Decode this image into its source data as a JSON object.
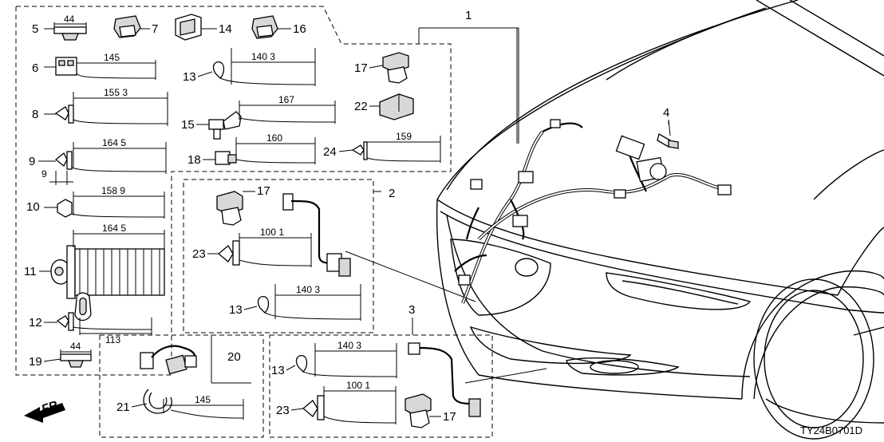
{
  "diagram_code": "TY24B0701D",
  "direction_label": "FR.",
  "callouts": {
    "c1": "1",
    "c2": "2",
    "c3": "3",
    "c4": "4",
    "c5": "5",
    "c6": "6",
    "c7": "7",
    "c8": "8",
    "c9": "9",
    "c9b": "9",
    "c10": "10",
    "c11": "11",
    "c12": "12",
    "c13a": "13",
    "c13b": "13",
    "c13c": "13",
    "c14": "14",
    "c15": "15",
    "c16": "16",
    "c17a": "17",
    "c17b": "17",
    "c17c": "17",
    "c18": "18",
    "c19": "19",
    "c20": "20",
    "c21": "21",
    "c22": "22",
    "c23a": "23",
    "c23b": "23",
    "c24": "24"
  },
  "dimensions": {
    "d5": "44",
    "d6": "145",
    "d13a": "140 3",
    "d8": "155 3",
    "d15": "167",
    "d9": "164 5",
    "d18": "160",
    "d24": "159",
    "d10": "158 9",
    "d11": "164 5",
    "d23a": "100 1",
    "d13b": "140 3",
    "d12": "113",
    "d19": "44",
    "d13c": "140 3",
    "d23b": "100 1",
    "d21": "145"
  }
}
